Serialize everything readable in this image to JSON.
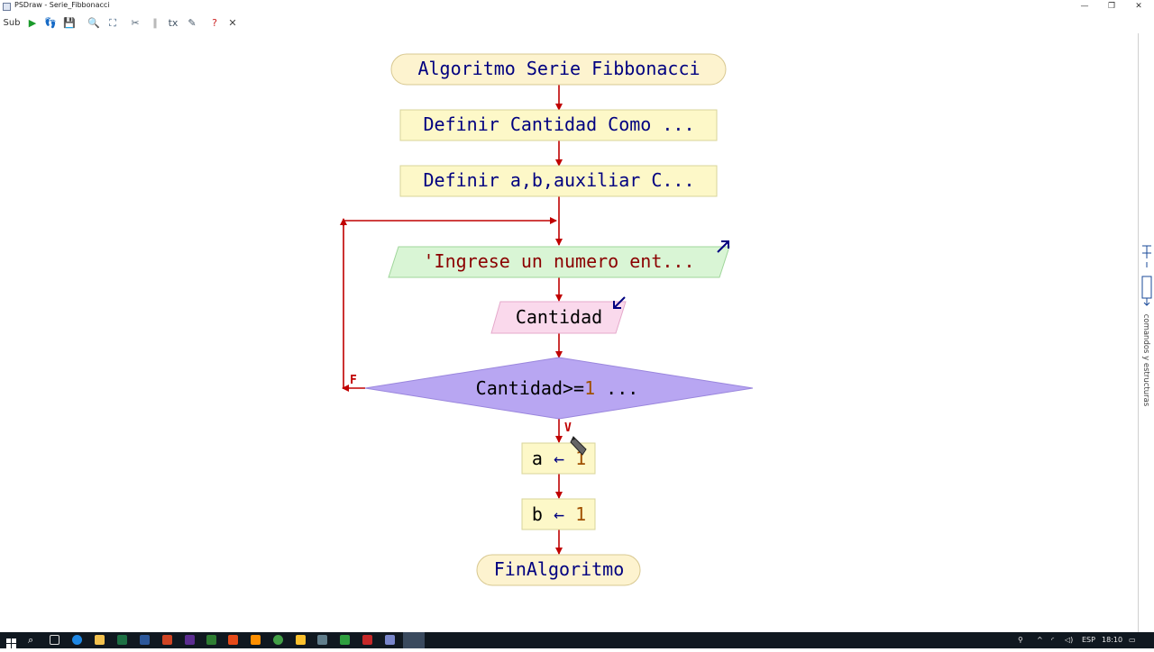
{
  "window": {
    "title": "PSDraw - Serie_Fibbonacci"
  },
  "toolbar": {
    "items": [
      {
        "name": "sub-button",
        "glyph": "Sub",
        "color": "#333333"
      },
      {
        "name": "run-button",
        "glyph": "▶",
        "color": "#1a9a2a"
      },
      {
        "name": "step-button",
        "glyph": "👣",
        "color": "#c06030"
      },
      {
        "name": "save-button",
        "glyph": "💾",
        "color": "#b04020"
      },
      {
        "name": "zoom-button",
        "glyph": "🔍",
        "color": "#3355aa"
      },
      {
        "name": "fit-button",
        "glyph": "⛶",
        "color": "#335577"
      },
      {
        "name": "style-button",
        "glyph": "✂",
        "color": "#556677"
      },
      {
        "name": "comment-button",
        "glyph": "∥",
        "color": "#888888"
      },
      {
        "name": "text-button",
        "glyph": "tx",
        "color": "#445566"
      },
      {
        "name": "draw-button",
        "glyph": "✎",
        "color": "#445566"
      },
      {
        "name": "help-button",
        "glyph": "?",
        "color": "#cc2222"
      },
      {
        "name": "close-button",
        "glyph": "✕",
        "color": "#444444"
      }
    ]
  },
  "flow": {
    "start": "Algoritmo Serie Fibbonacci",
    "define1": "Definir Cantidad Como ...",
    "define2": "Definir a,b,auxiliar C...",
    "output": "'Ingrese un numero ent...",
    "input": "Cantidad",
    "condition_var": "Cantidad",
    "condition_op": ">=",
    "condition_num": "1",
    "condition_rest": " ...",
    "false_label": "F",
    "true_label": "V",
    "assign_a_var": "a",
    "assign_a_val": "1",
    "assign_b_var": "b",
    "assign_b_val": "1",
    "end": "FinAlgoritmo"
  },
  "sidebar": {
    "label": "comandos y estructuras"
  },
  "taskbar": {
    "language": "ESP",
    "time": "18:10"
  },
  "colors": {
    "arrow": "#c00000",
    "terminal_fill": "#fdf3cf",
    "process_fill": "#fdf8c8",
    "output_fill": "#d9f5d5",
    "input_fill": "#fad9ec",
    "decision_fill": "#b8a6f2",
    "keyword": "#000080",
    "string": "#8b0000",
    "number": "#a05000"
  }
}
